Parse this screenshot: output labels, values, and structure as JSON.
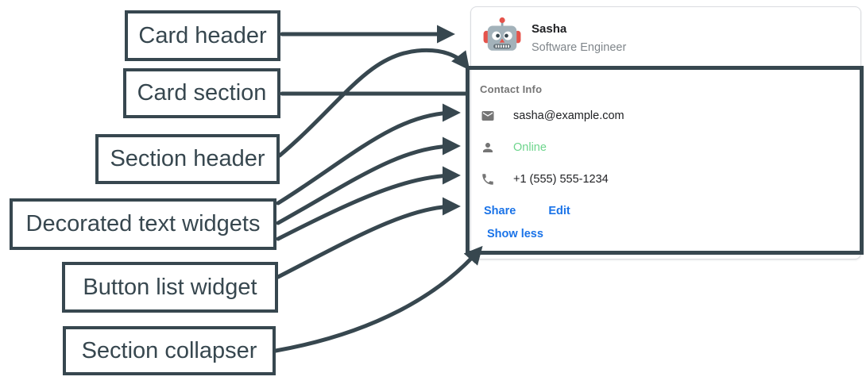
{
  "annotation": {
    "arrow_color": "#37474f",
    "labels": [
      {
        "text": "Card header"
      },
      {
        "text": "Card section"
      },
      {
        "text": "Section header"
      },
      {
        "text": "Decorated text widgets"
      },
      {
        "text": "Button list widget"
      },
      {
        "text": "Section collapser"
      }
    ]
  },
  "card": {
    "header": {
      "title": "Sasha",
      "subtitle": "Software Engineer",
      "avatar": "robot-avatar"
    },
    "section": {
      "title": "Contact Info",
      "widgets": [
        {
          "icon": "email-icon",
          "text": "sasha@example.com"
        },
        {
          "icon": "person-icon",
          "text": "Online",
          "text_color": "#6dd58c"
        },
        {
          "icon": "phone-icon",
          "text": "+1 (555) 555-1234"
        }
      ],
      "buttons": [
        {
          "label": "Share"
        },
        {
          "label": "Edit"
        }
      ],
      "collapser_label": "Show less"
    },
    "colors": {
      "button_text": "#1a73e8",
      "online_green": "#6dd58c",
      "card_border": "#dadce0",
      "muted_text": "#757575",
      "body_text": "#202124"
    }
  }
}
